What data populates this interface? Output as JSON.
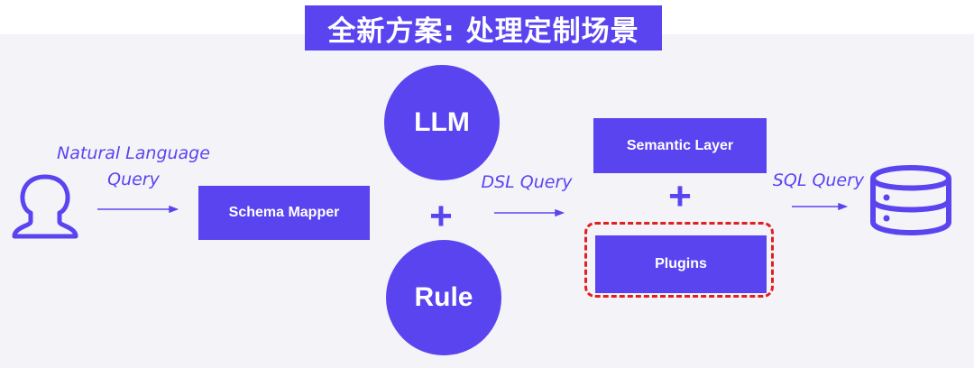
{
  "title": "全新方案: 处理定制场景",
  "input_label_line1": "Natural Language",
  "input_label_line2": "Query",
  "schema_mapper": "Schema Mapper",
  "llm": "LLM",
  "rule": "Rule",
  "plus": "+",
  "dsl_query": "DSL Query",
  "semantic_layer": "Semantic Layer",
  "plugins": "Plugins",
  "sql_query": "SQL Query",
  "icons": {
    "user": "user-icon",
    "database": "database-icon"
  },
  "colors": {
    "accent": "#5a44f0",
    "highlight": "#e21f1f",
    "panel": "#f3f3f8"
  }
}
